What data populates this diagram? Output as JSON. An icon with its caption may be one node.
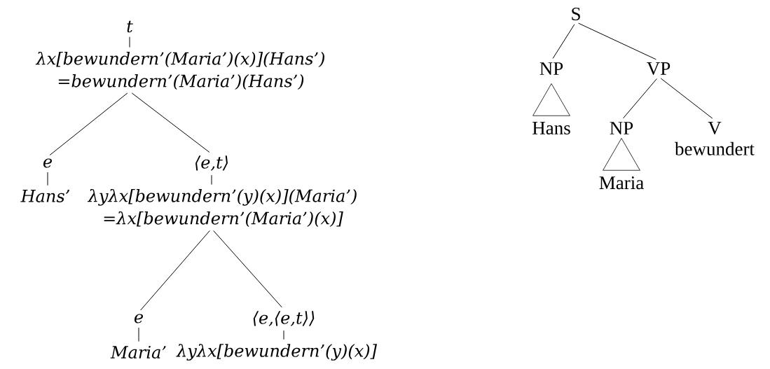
{
  "diagram": {
    "nodes": [
      {
        "text": [
          "t"
        ]
      },
      {
        "text": [
          "λx[bewundern’(Maria’)(x)](Hans’) =bewundern’(Maria’)(Hans’)"
        ]
      },
      {
        "text": [
          "e"
        ]
      },
      {
        "text": [
          "⟨e,t⟩"
        ]
      },
      {
        "text": [
          "Hans’"
        ]
      },
      {
        "text": [
          "λyλx[bewundern’(y)(x)](Maria’) =λx[bewundern’(Maria’)(x)]"
        ]
      },
      {
        "text": [
          "e"
        ]
      },
      {
        "text": [
          "⟨e,⟨e,t⟩⟩"
        ]
      },
      {
        "text": [
          "Maria’"
        ]
      },
      {
        "text": [
          "λyλx[bewundern’(y)(x)]"
        ]
      },
      {
        "text": [
          "S"
        ]
      },
      {
        "text": [
          "NP"
        ]
      },
      {
        "text": [
          "VP"
        ]
      },
      {
        "text": [],
        "shape": "triangle",
        "beside": [
          "Hans"
        ]
      },
      {
        "text": [
          "NP"
        ]
      },
      {
        "text": [],
        "shape": "triangle",
        "beside": [
          "Maria"
        ]
      },
      {
        "text": [
          "V"
        ],
        "beside": [
          "bewundert"
        ]
      }
    ],
    "edges": [
      {
        "from": 0,
        "to": 1,
        "arrow": "none"
      },
      {
        "from": 1,
        "to": 2,
        "arrow": "none"
      },
      {
        "from": 1,
        "to": 3,
        "arrow": "none"
      },
      {
        "from": 2,
        "to": 4,
        "arrow": "none"
      },
      {
        "from": 3,
        "to": 5,
        "arrow": "none"
      },
      {
        "from": 5,
        "to": 6,
        "arrow": "none"
      },
      {
        "from": 5,
        "to": 7,
        "arrow": "none"
      },
      {
        "from": 6,
        "to": 8,
        "arrow": "none"
      },
      {
        "from": 7,
        "to": 9,
        "arrow": "none"
      },
      {
        "from": 10,
        "to": 11,
        "arrow": "none"
      },
      {
        "from": 10,
        "to": 12,
        "arrow": "none"
      },
      {
        "from": 12,
        "to": 14,
        "arrow": "none"
      },
      {
        "from": 12,
        "to": 16,
        "arrow": "none"
      }
    ]
  }
}
